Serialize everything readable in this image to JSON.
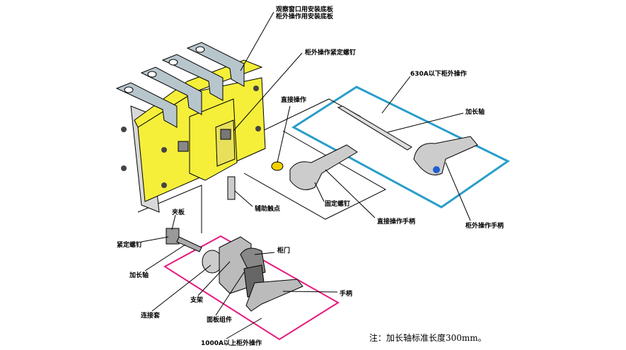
{
  "labels": {
    "mounting_plate_window": "观察窗口用安装底板",
    "mounting_plate_external": "柜外操作用安装底板",
    "external_set_screw": "柜外操作紧定螺钉",
    "external_op_630": "630A以下柜外操作",
    "direct_operation": "直接操作",
    "extension_shaft_top": "加长轴",
    "auxiliary_contact": "辅助触点",
    "fixing_screw": "固定螺钉",
    "direct_handle": "直接操作手柄",
    "external_handle": "柜外操作手柄",
    "clamp_plate": "夹板",
    "set_screw": "紧定螺钉",
    "cabinet_door": "柜门",
    "extension_shaft_bottom": "加长轴",
    "handle": "手柄",
    "bracket": "支架",
    "coupling_sleeve": "连接套",
    "panel_assembly": "面板组件",
    "external_op_1000": "1000A以上柜外操作"
  },
  "note": "注：加长轴标准长度300mm。",
  "colors": {
    "switch_body": "#f5ef3a",
    "frame_630": "#2a9ec9",
    "frame_1000": "#e6197f",
    "knob": "#f2d100",
    "blue_dot": "#1f5fcf"
  }
}
